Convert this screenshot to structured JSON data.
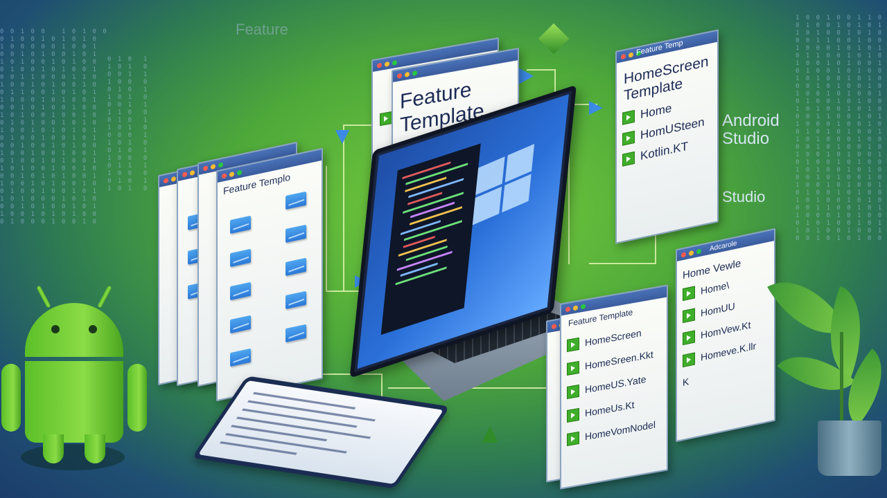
{
  "background_labels": {
    "feature_ghost": "Feature",
    "android_studio": "Android\nStudio",
    "studio": "Studio"
  },
  "main_template_card": {
    "title": "Feature\nTemplate"
  },
  "home_screen_card": {
    "header": "Feature Temp",
    "title": "HomeScreen\nTemplate",
    "files": [
      "Home",
      "HomUSteen",
      "Kotlin.KT"
    ]
  },
  "stack_card": {
    "header": "Feature Templo"
  },
  "bottom_center_card": {
    "header": "Feature Template",
    "files": [
      "HomeScreen",
      "HomeSreen.Kkt",
      "HomeUS.Yate",
      "HomeUs.Kt",
      "HomeVomNodel"
    ]
  },
  "bottom_right_card": {
    "header": "Adcarole",
    "files": [
      "Home Vewle",
      "Home\\",
      "HomUU",
      "HomVew.Kt",
      "Homeve.K.llr",
      "K"
    ]
  },
  "colors": {
    "android_green": "#78c83a",
    "accent_blue": "#2f74d8",
    "card_border": "#8aa3c0"
  }
}
